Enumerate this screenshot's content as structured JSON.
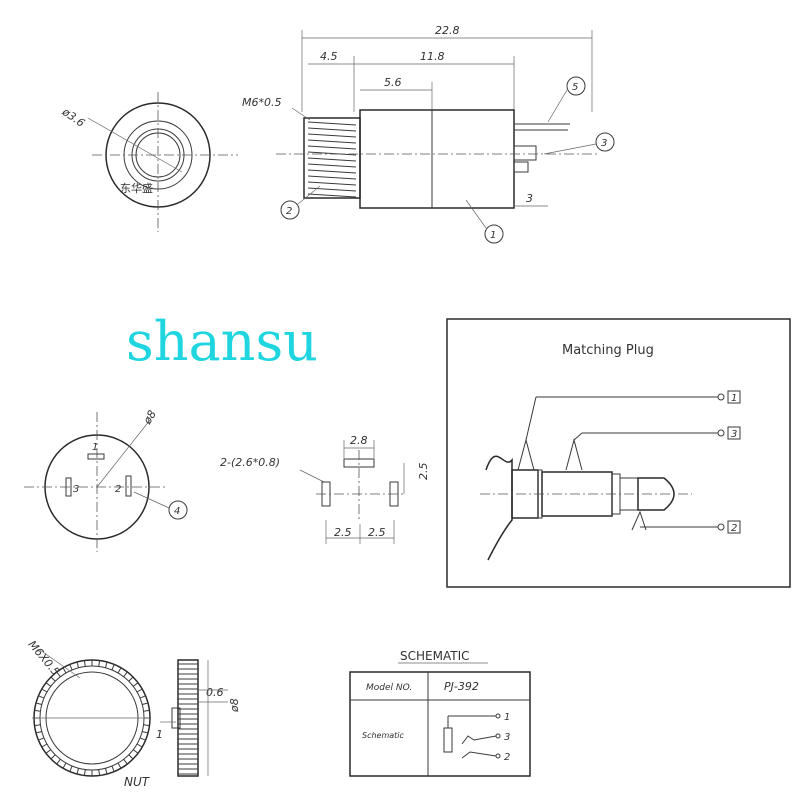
{
  "watermark": "shansu",
  "side_view": {
    "dim_total": "22.8",
    "dim_front": "4.5",
    "dim_body": "11.8",
    "dim_mid": "5.6",
    "dim_thread": "M6*0.5",
    "dim_pin": "3",
    "callouts": [
      "5",
      "3",
      "2",
      "1"
    ]
  },
  "front_view": {
    "dim_diameter": "ø3.6",
    "brand_text": "东华盛"
  },
  "rear_view": {
    "dim_diameter": "ø8",
    "pins": [
      "1",
      "3",
      "2"
    ],
    "callout": "4"
  },
  "pcb_layout": {
    "hole_spec": "2-(2.6*0.8)",
    "dim_top": "2.8",
    "dim_side": "2.5",
    "dim_left": "2.5",
    "dim_right": "2.5"
  },
  "matching_plug": {
    "title": "Matching Plug",
    "terminals": [
      "1",
      "3",
      "2"
    ]
  },
  "nut": {
    "thread": "M6X0.5",
    "dim_thickness": "0.6",
    "dim_diameter": "ø8",
    "dim_small": "1",
    "label": "NUT"
  },
  "schematic": {
    "title": "SCHEMATIC",
    "model_label": "Model NO.",
    "model_value": "PJ-392",
    "schematic_label": "Schematic",
    "terminals": [
      "1",
      "3",
      "2"
    ]
  }
}
